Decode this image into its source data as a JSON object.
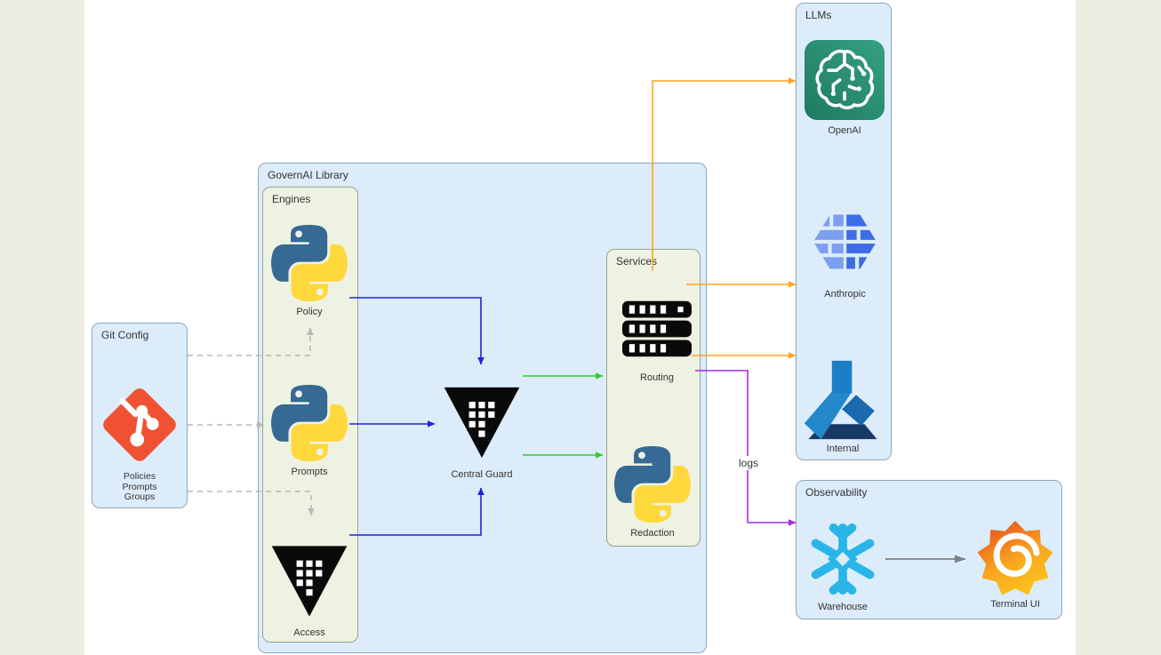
{
  "containers": {
    "git_config": {
      "label": "Git Config"
    },
    "governai": {
      "label": "GovernAI Library"
    },
    "engines": {
      "label": "Engines"
    },
    "services": {
      "label": "Services"
    },
    "llms": {
      "label": "LLMs"
    },
    "observability": {
      "label": "Observability"
    }
  },
  "nodes": {
    "git": {
      "lines": [
        "Policies",
        "Prompts",
        "Groups"
      ],
      "icon": "git-icon"
    },
    "policy": {
      "label": "Policy",
      "icon": "python-icon"
    },
    "prompts": {
      "label": "Prompts",
      "icon": "python-icon"
    },
    "access": {
      "label": "Access",
      "icon": "vault-keypad-icon"
    },
    "central_guard": {
      "label": "Central Guard",
      "icon": "vault-keypad-icon"
    },
    "routing": {
      "label": "Routing",
      "icon": "server-rack-icon"
    },
    "redaction": {
      "label": "Redaction",
      "icon": "python-icon"
    },
    "openai": {
      "label": "OpenAI",
      "icon": "openai-brain-icon"
    },
    "anthropic": {
      "label": "Anthropic",
      "icon": "anthropic-brain-icon"
    },
    "internal": {
      "label": "Internal",
      "icon": "internal-triangle-icon"
    },
    "warehouse": {
      "label": "Warehouse",
      "icon": "snowflake-icon"
    },
    "terminal_ui": {
      "label": "Terminal UI",
      "icon": "grafana-icon"
    }
  },
  "edges": {
    "logs_label": "logs"
  },
  "colors": {
    "page_margin": "#edece3",
    "canvas": "#ffffff",
    "container_blue_fill": "#dcecfa",
    "container_green_fill": "#eef2e3",
    "edge_blue": "#2222dd",
    "edge_green": "#33cc33",
    "edge_orange": "#ffa41c",
    "edge_purple": "#a62ce2",
    "edge_dashed_gray": "#b8b8b8",
    "edge_gray": "#808080",
    "git_orange": "#f05133",
    "python_blue": "#366994",
    "python_yellow": "#ffd83e",
    "openai_green": "#2a9476",
    "anthropic_blue_left": "#7d9ff1",
    "anthropic_blue_right": "#3e6ce6",
    "snowflake_cyan": "#29b5e8",
    "grafana_orange": "#e8521f",
    "grafana_yellow": "#fbc51b",
    "vault_black": "#0a0a0a"
  }
}
